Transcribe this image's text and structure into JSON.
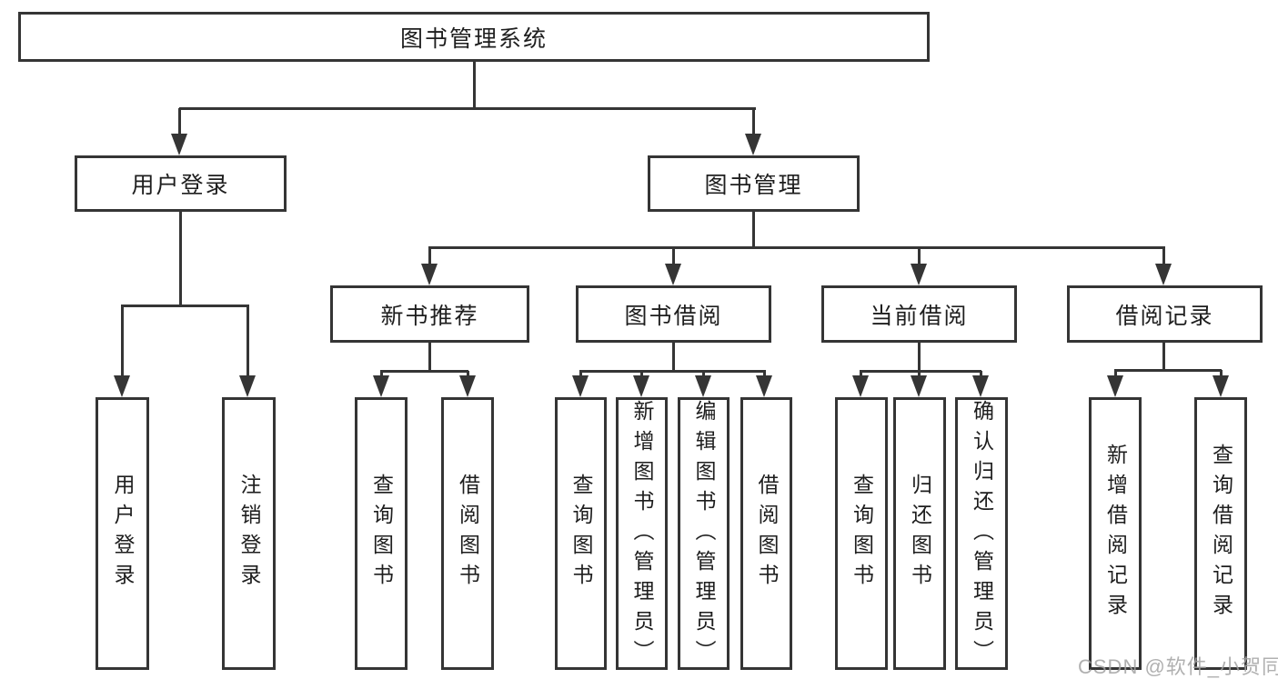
{
  "diagram": {
    "title": "图书管理系统",
    "root": "图书管理系统",
    "level1": [
      "用户登录",
      "图书管理"
    ],
    "level2": [
      "新书推荐",
      "图书借阅",
      "当前借阅",
      "借阅记录"
    ],
    "leaves_user_login": [
      "用户登录",
      "注销登录"
    ],
    "leaves_new_book": [
      "查询图书",
      "借阅图书"
    ],
    "leaves_book_borrow": [
      "查询图书",
      "新增图书（管理员）",
      "编辑图书（管理员）",
      "借阅图书"
    ],
    "leaves_current_borrow": [
      "查询图书",
      "归还图书",
      "确认归还（管理员）"
    ],
    "leaves_borrow_records": [
      "新增借阅记录",
      "查询借阅记录"
    ],
    "watermark": "CSDN @软件_小贺同学"
  },
  "colors": {
    "line": "#353535",
    "text": "#1e1e1e",
    "background": "#ffffff",
    "watermark": "#a2a2a2"
  }
}
